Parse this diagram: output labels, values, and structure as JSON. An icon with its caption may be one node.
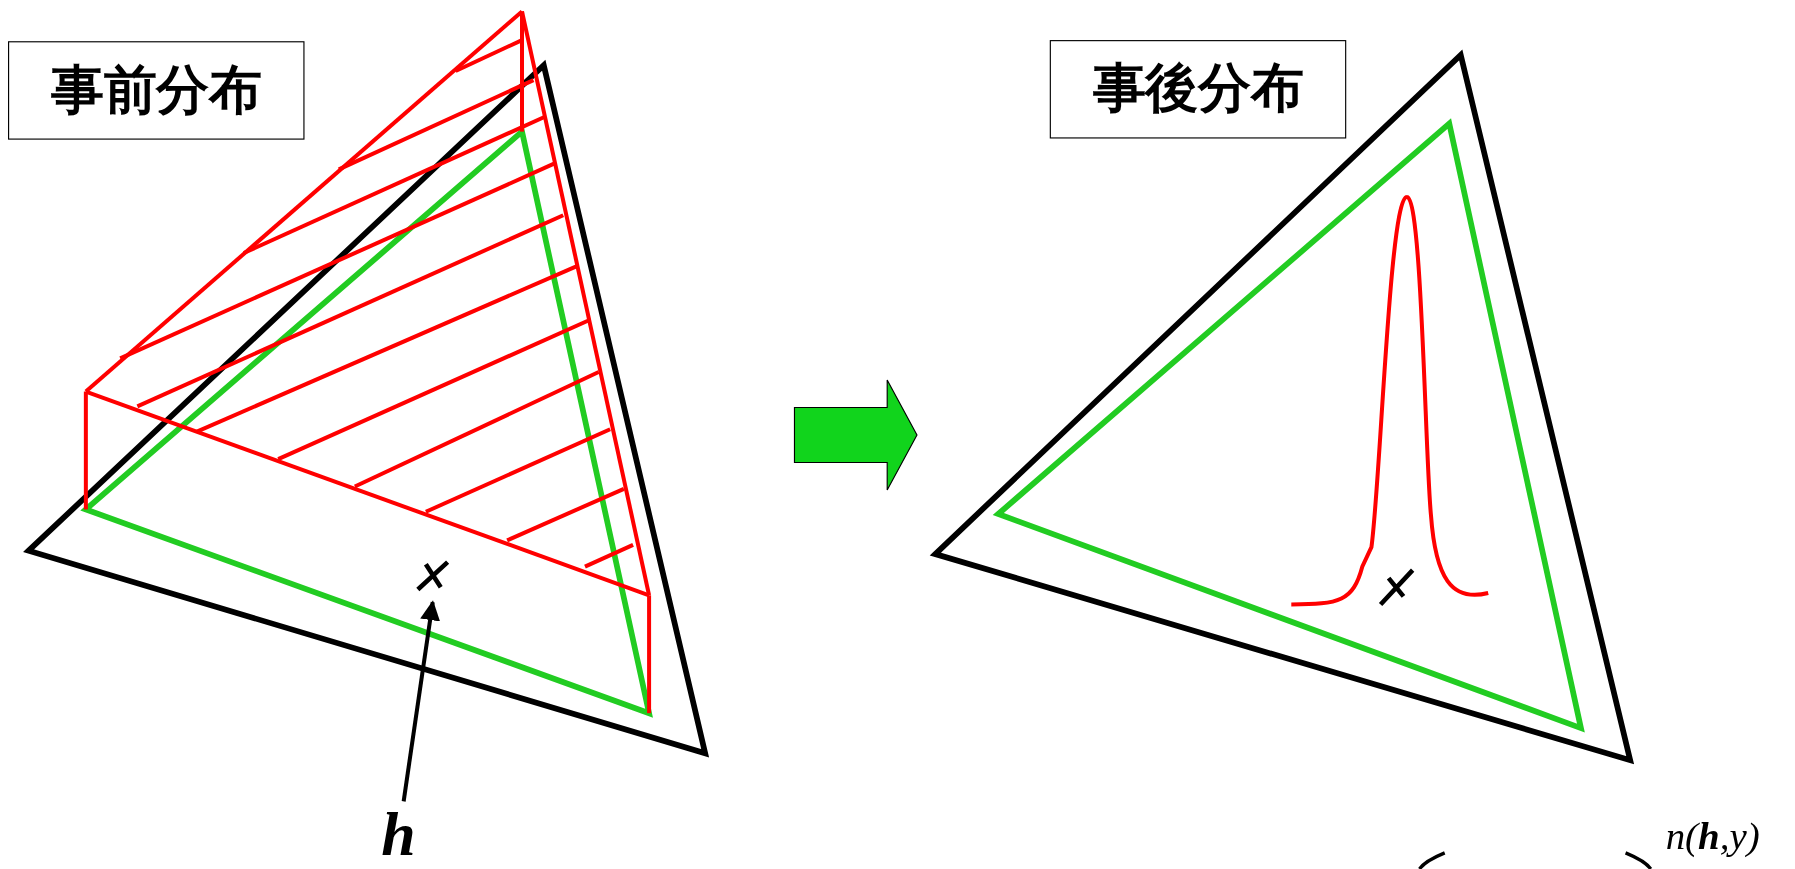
{
  "diagram": {
    "nodes": [
      {
        "text": [
          "事前分布"
        ]
      },
      {
        "text": [],
        "shape": "picture"
      },
      {
        "text": [
          "事後分布"
        ]
      },
      {
        "text": [],
        "shape": "picture"
      },
      {
        "text": [
          "h"
        ]
      },
      {
        "text": [],
        "shape": "cross",
        "in": 1
      }
    ],
    "edges": [
      {
        "from": 1,
        "to": 3,
        "arrow": "to",
        "style": "thick",
        "color": "#11d41c"
      },
      {
        "from": 4,
        "to": 5,
        "arrow": "to"
      }
    ],
    "labels": [
      "n(**h**,y)"
    ]
  }
}
